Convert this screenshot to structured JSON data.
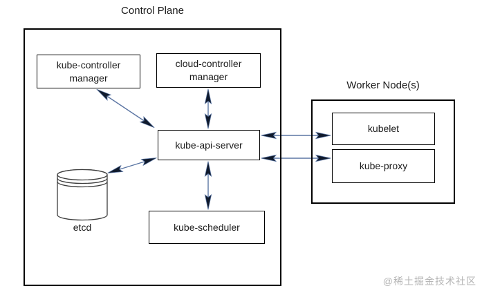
{
  "diagram": {
    "control_plane": {
      "title": "Control Plane",
      "nodes": {
        "kube_controller_manager": "kube-controller manager",
        "cloud_controller_manager": "cloud-controller manager",
        "kube_api_server": "kube-api-server",
        "etcd": "etcd",
        "kube_scheduler": "kube-scheduler"
      }
    },
    "worker_node": {
      "title": "Worker Node(s)",
      "nodes": {
        "kubelet": "kubelet",
        "kube_proxy": "kube-proxy"
      }
    },
    "edges": [
      {
        "from": "kube-controller manager",
        "to": "kube-api-server",
        "bidirectional": true
      },
      {
        "from": "cloud-controller manager",
        "to": "kube-api-server",
        "bidirectional": true
      },
      {
        "from": "etcd",
        "to": "kube-api-server",
        "bidirectional": true
      },
      {
        "from": "kube-scheduler",
        "to": "kube-api-server",
        "bidirectional": true
      },
      {
        "from": "kube-api-server",
        "to": "kubelet",
        "bidirectional": true
      },
      {
        "from": "kube-api-server",
        "to": "kube-proxy",
        "bidirectional": true
      }
    ],
    "watermark": "@稀土掘金技术社区",
    "colors": {
      "arrow_line": "#5b76a3",
      "arrow_head": "#101a2c",
      "box_border": "#000000",
      "shape_stroke": "#3d3d3d",
      "watermark": "#b5b5b5"
    }
  }
}
